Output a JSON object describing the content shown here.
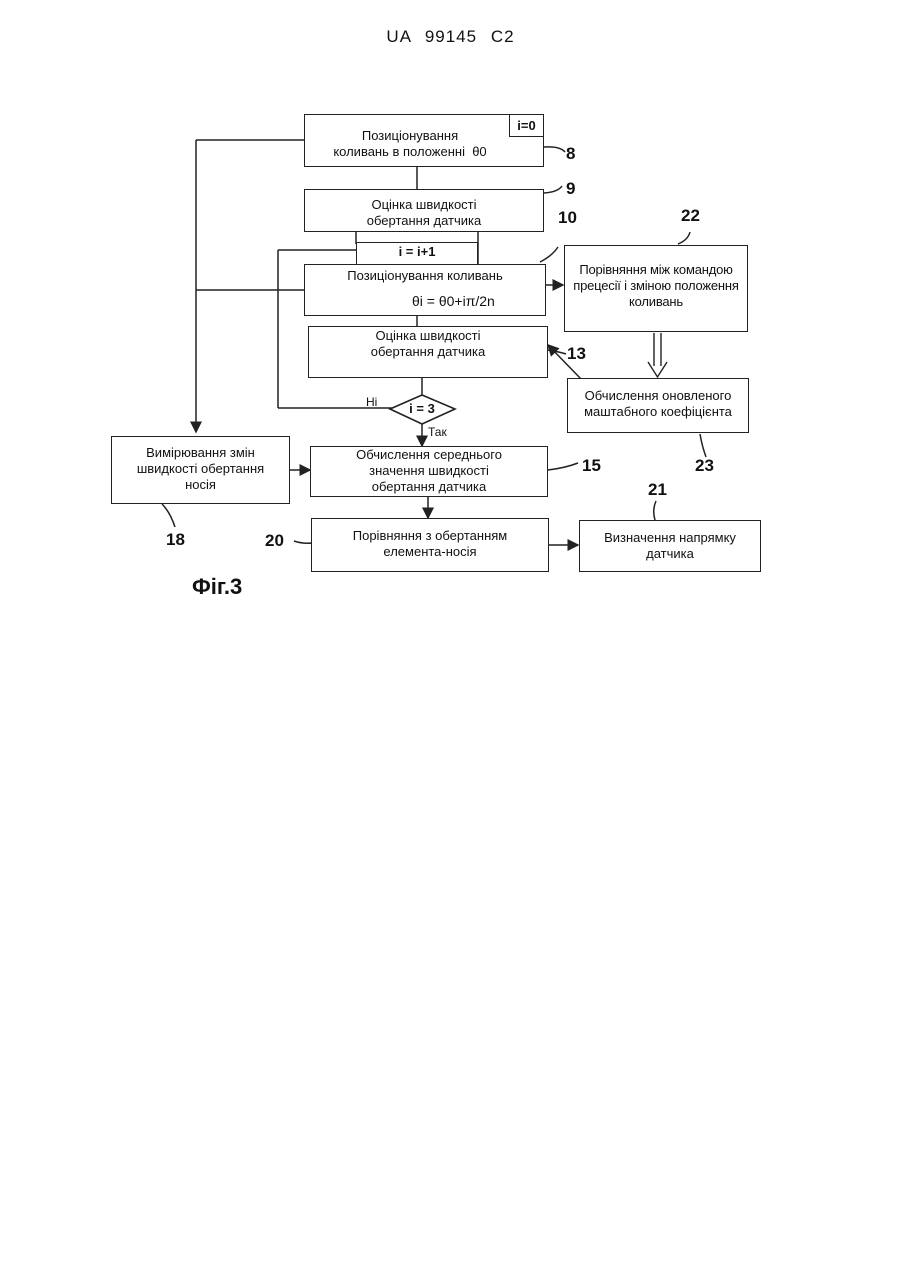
{
  "header": {
    "patent": "UA   99145   C2"
  },
  "blocks": {
    "b8": {
      "text": "Позиціонування\nколивань в положенні  θ0",
      "tag": "i=0",
      "num": "8"
    },
    "b9": {
      "text": "Оцінка швидкості\nобертання датчика",
      "num": "9"
    },
    "counter": "i = i+1",
    "b10": {
      "text": "Позиціонування коливань",
      "formula": "θi = θ0+iπ/2n",
      "num": "10"
    },
    "b13": {
      "text": "Оцінка швидкості\nобертання датчика",
      "num": "13"
    },
    "decision": {
      "text": "i = 3",
      "no": "Ні",
      "yes": "Так"
    },
    "b15": {
      "text": "Обчислення середнього\nзначення швидкості\nобертання датчика",
      "num": "15"
    },
    "b18": {
      "text": "Вимірювання змін\nшвидкості обертання\nносія",
      "num": "18"
    },
    "b20": {
      "text": "Порівняння з обертанням\nелемента-носія",
      "num": "20"
    },
    "b21": {
      "text": "Визначення напрямку\nдатчика",
      "num": "21"
    },
    "b22": {
      "text": "Порівняння між командою\nпрецесії і зміною положення\nколивань",
      "num": "22"
    },
    "b23": {
      "text": "Обчислення оновленого\nмаштабного коефіцієнта",
      "num": "23"
    }
  },
  "figure_label": "Фіг.3"
}
